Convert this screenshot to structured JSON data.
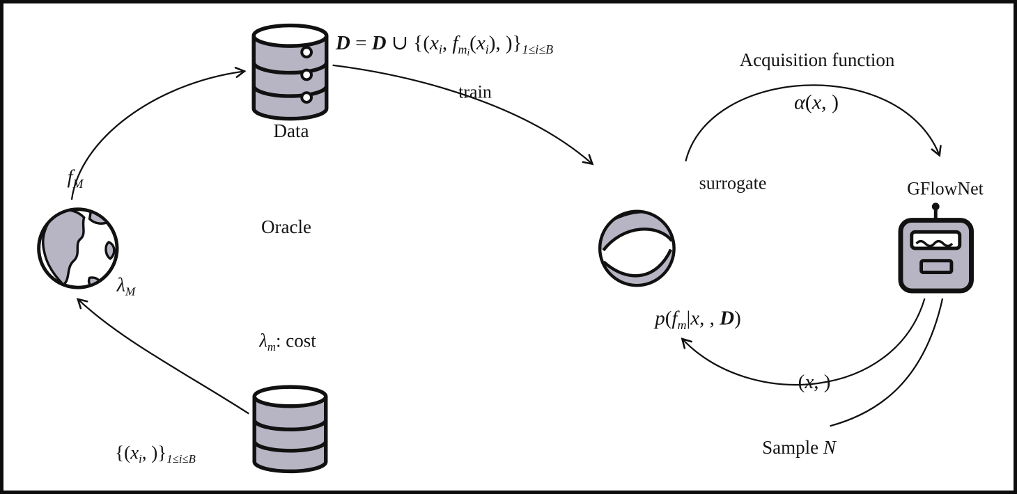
{
  "colors": {
    "icon_fill": "#b7b5c4",
    "stroke": "#111111",
    "background": "#ffffff"
  },
  "labels": {
    "data": "Data",
    "train": "train",
    "acquisition_function": "Acquisition function",
    "surrogate": "surrogate",
    "gflownet": "GFlowNet",
    "oracle": "Oracle"
  },
  "formulas": {
    "dataset_update": [
      {
        "t": "D",
        "v": "cal"
      },
      {
        "t": " = ",
        "v": "n"
      },
      {
        "t": "D",
        "v": "cal"
      },
      {
        "t": " ∪ {(",
        "v": "n"
      },
      {
        "t": "x",
        "v": "it"
      },
      {
        "t": "i",
        "v": "sub"
      },
      {
        "t": ", ",
        "v": "n"
      },
      {
        "t": "f",
        "v": "it"
      },
      {
        "t": "m",
        "v": "sub"
      },
      {
        "t": "i",
        "v": "sub2"
      },
      {
        "t": "(",
        "v": "n"
      },
      {
        "t": "x",
        "v": "it"
      },
      {
        "t": "i",
        "v": "sub"
      },
      {
        "t": "),",
        "v": "n"
      },
      {
        "t": "  ",
        "v": "n"
      },
      {
        "t": ")}",
        "v": "n"
      },
      {
        "t": "1≤i≤B",
        "v": "sub"
      }
    ],
    "acquisition": [
      {
        "t": "α",
        "v": "it"
      },
      {
        "t": "(",
        "v": "n"
      },
      {
        "t": "x",
        "v": "it"
      },
      {
        "t": ",",
        "v": "n"
      },
      {
        "t": "   ",
        "v": "n"
      },
      {
        "t": ")",
        "v": "n"
      }
    ],
    "oracle_fidelity": [
      {
        "t": "f",
        "v": "it"
      },
      {
        "t": "M",
        "v": "sub"
      }
    ],
    "oracle_cost": [
      {
        "t": "λ",
        "v": "it"
      },
      {
        "t": "M",
        "v": "sub"
      }
    ],
    "cost_note": [
      {
        "t": "λ",
        "v": "it"
      },
      {
        "t": "m",
        "v": "sub"
      },
      {
        "t": ": cost",
        "v": "n"
      }
    ],
    "posterior": [
      {
        "t": "p",
        "v": "it"
      },
      {
        "t": "(",
        "v": "n"
      },
      {
        "t": "f",
        "v": "it"
      },
      {
        "t": "m",
        "v": "sub"
      },
      {
        "t": "|",
        "v": "n"
      },
      {
        "t": "x",
        "v": "it"
      },
      {
        "t": ",",
        "v": "n"
      },
      {
        "t": "  ",
        "v": "n"
      },
      {
        "t": ", ",
        "v": "n"
      },
      {
        "t": "D",
        "v": "cal"
      },
      {
        "t": ")",
        "v": "n"
      }
    ],
    "candidate_pair": [
      {
        "t": "(",
        "v": "n"
      },
      {
        "t": "x",
        "v": "it"
      },
      {
        "t": ",",
        "v": "n"
      },
      {
        "t": "  ",
        "v": "n"
      },
      {
        "t": ")",
        "v": "n"
      }
    ],
    "sample_batch": [
      {
        "t": "Sample ",
        "v": "n"
      },
      {
        "t": "N",
        "v": "it"
      }
    ],
    "query_batch": [
      {
        "t": "{(",
        "v": "n"
      },
      {
        "t": "x",
        "v": "it"
      },
      {
        "t": "i",
        "v": "sub"
      },
      {
        "t": ",",
        "v": "n"
      },
      {
        "t": "  ",
        "v": "n"
      },
      {
        "t": ")}",
        "v": "n"
      },
      {
        "t": "1≤i≤B",
        "v": "sub"
      }
    ]
  },
  "icons": {
    "database_top": "database-icon",
    "database_bottom": "database-icon",
    "oracle": "globe-icon",
    "surrogate": "striped-ball-icon",
    "gflownet": "machine-icon"
  }
}
